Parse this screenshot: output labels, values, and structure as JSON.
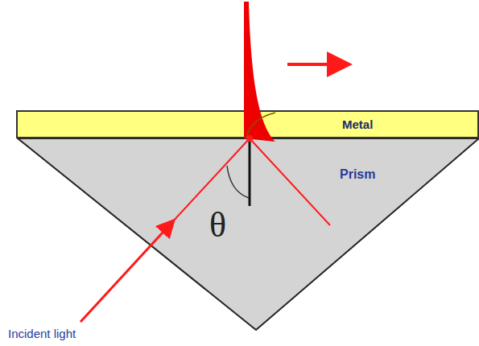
{
  "diagram": {
    "nodes": [
      {
        "text": [
          "Metal"
        ]
      },
      {
        "text": [
          "Prism"
        ]
      }
    ],
    "labels": [
      "θ",
      "Incident light"
    ]
  }
}
